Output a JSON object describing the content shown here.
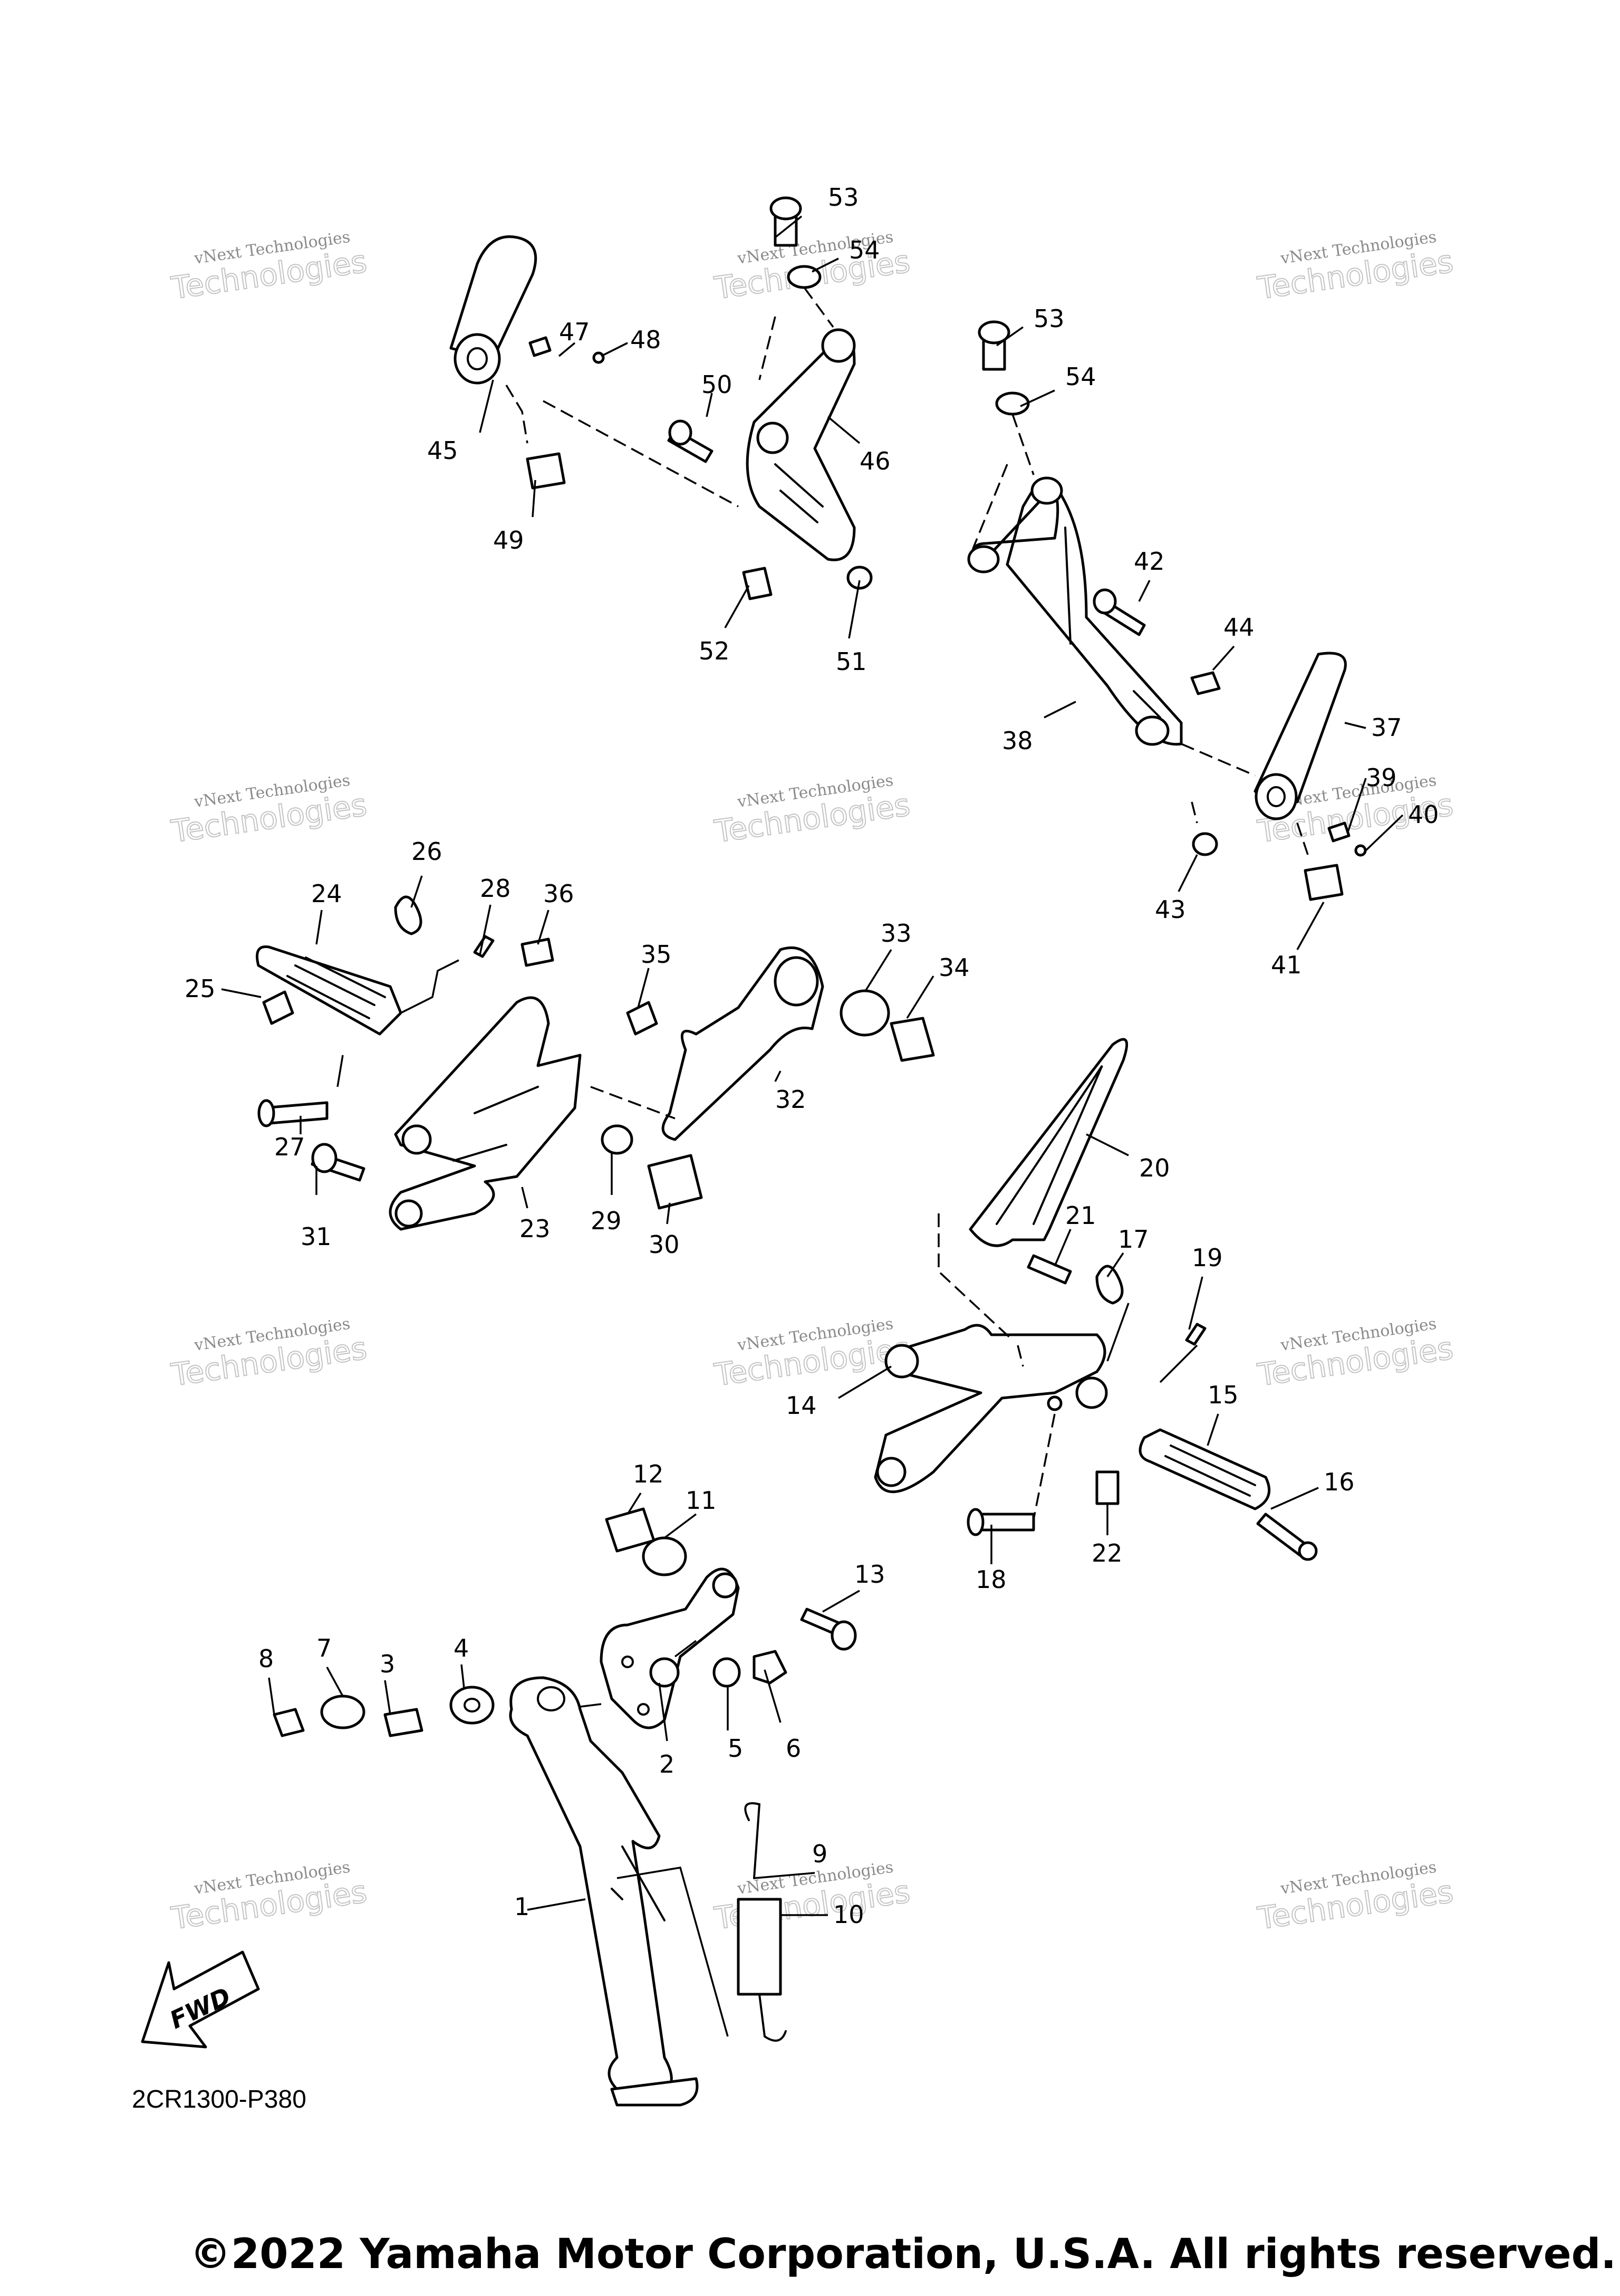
{
  "drawing_code": "2CR1300-P380",
  "copyright": "©2022 Yamaha Motor Corporation, U.S.A. All rights reserved.",
  "fwd_label": "FWD",
  "watermark": {
    "small": "vNext Technologies",
    "large": "Technologies"
  },
  "callouts": [
    "1",
    "2",
    "3",
    "4",
    "5",
    "6",
    "7",
    "8",
    "9",
    "10",
    "11",
    "12",
    "13",
    "14",
    "15",
    "16",
    "17",
    "18",
    "19",
    "20",
    "21",
    "22",
    "23",
    "24",
    "25",
    "26",
    "27",
    "28",
    "29",
    "30",
    "31",
    "32",
    "33",
    "34",
    "35",
    "36",
    "37",
    "38",
    "39",
    "40",
    "41",
    "42",
    "43",
    "44",
    "45",
    "46",
    "47",
    "48",
    "49",
    "50",
    "51",
    "52",
    "53",
    "54",
    "53",
    "54"
  ]
}
